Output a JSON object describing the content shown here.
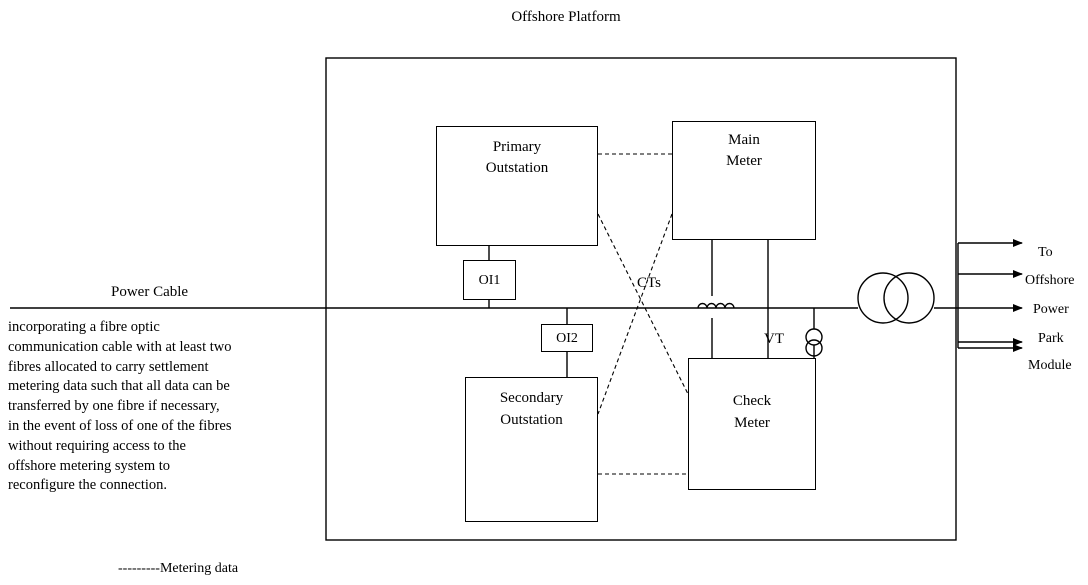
{
  "title": "Offshore Platform",
  "components": {
    "primary_outstation": [
      "Primary",
      "Outstation"
    ],
    "main_meter": [
      "Main",
      "Meter"
    ],
    "secondary_outstation": [
      "Secondary",
      "Outstation"
    ],
    "check_meter": [
      "Check",
      "Meter"
    ],
    "oi1": "OI1",
    "oi2": "OI2",
    "cts": "CTs",
    "vt": "VT"
  },
  "power_cable_label": "Power Cable",
  "destination_labels": [
    "To",
    "Offshore",
    "Power",
    "Park",
    "Module"
  ],
  "note_lines": [
    "incorporating a fibre optic",
    "communication cable with at least two",
    "fibres allocated to carry settlement",
    "metering data such that all data can be",
    "transferred by one fibre if necessary,",
    "in the event of loss of one of the fibres",
    "without requiring access to the",
    "offshore metering system to",
    "reconfigure the connection."
  ],
  "legend": {
    "dashes": "---------",
    "label": "Metering data"
  }
}
